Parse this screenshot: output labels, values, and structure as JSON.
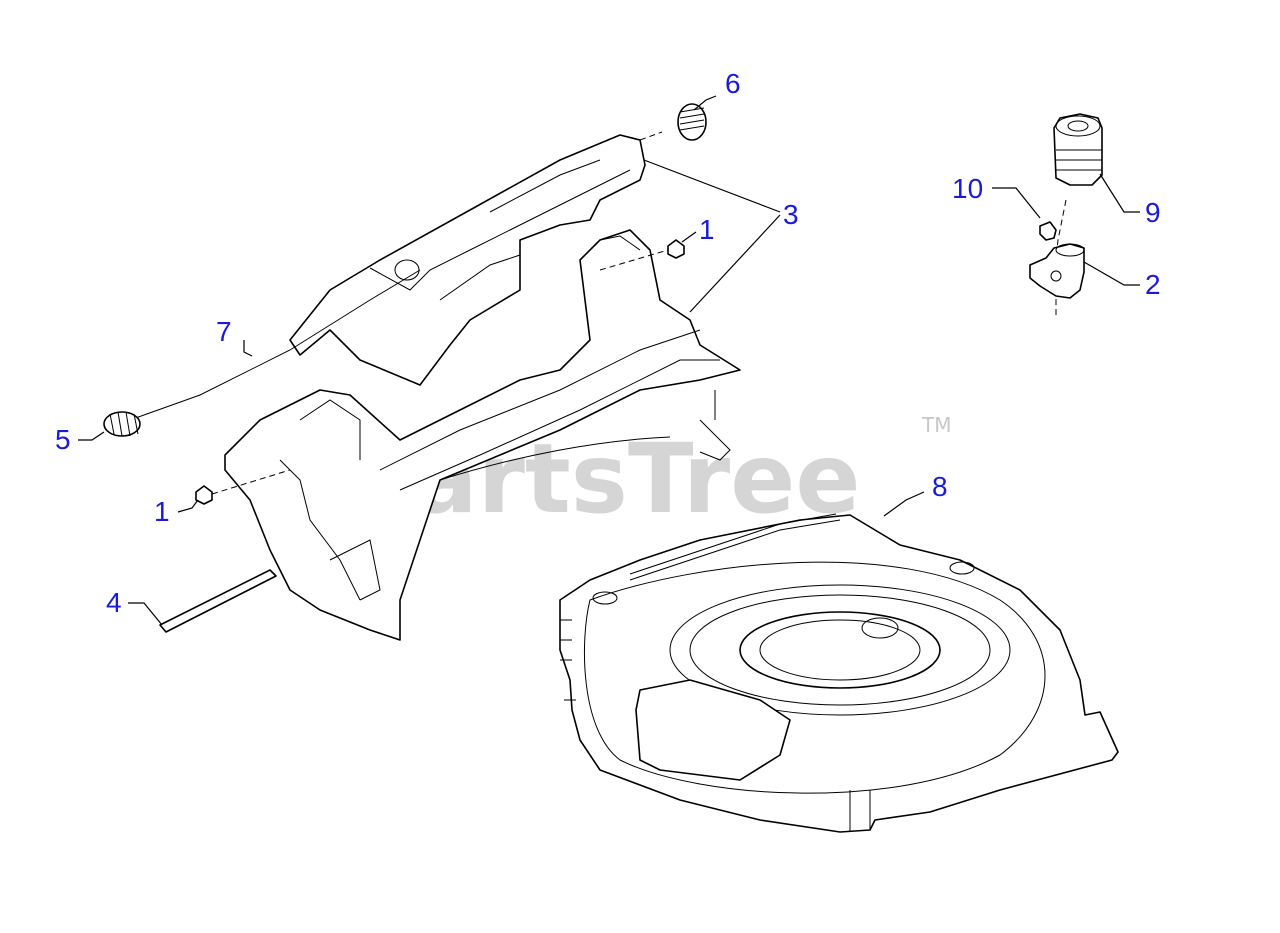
{
  "watermark": {
    "text": "PartsTree",
    "trademark": "TM"
  },
  "callouts": [
    {
      "id": "c6",
      "label": "6"
    },
    {
      "id": "c3",
      "label": "3"
    },
    {
      "id": "c1a",
      "label": "1"
    },
    {
      "id": "c7",
      "label": "7"
    },
    {
      "id": "c5",
      "label": "5"
    },
    {
      "id": "c1b",
      "label": "1"
    },
    {
      "id": "c4",
      "label": "4"
    },
    {
      "id": "c8",
      "label": "8"
    },
    {
      "id": "c10",
      "label": "10"
    },
    {
      "id": "c9",
      "label": "9"
    },
    {
      "id": "c2",
      "label": "2"
    }
  ]
}
